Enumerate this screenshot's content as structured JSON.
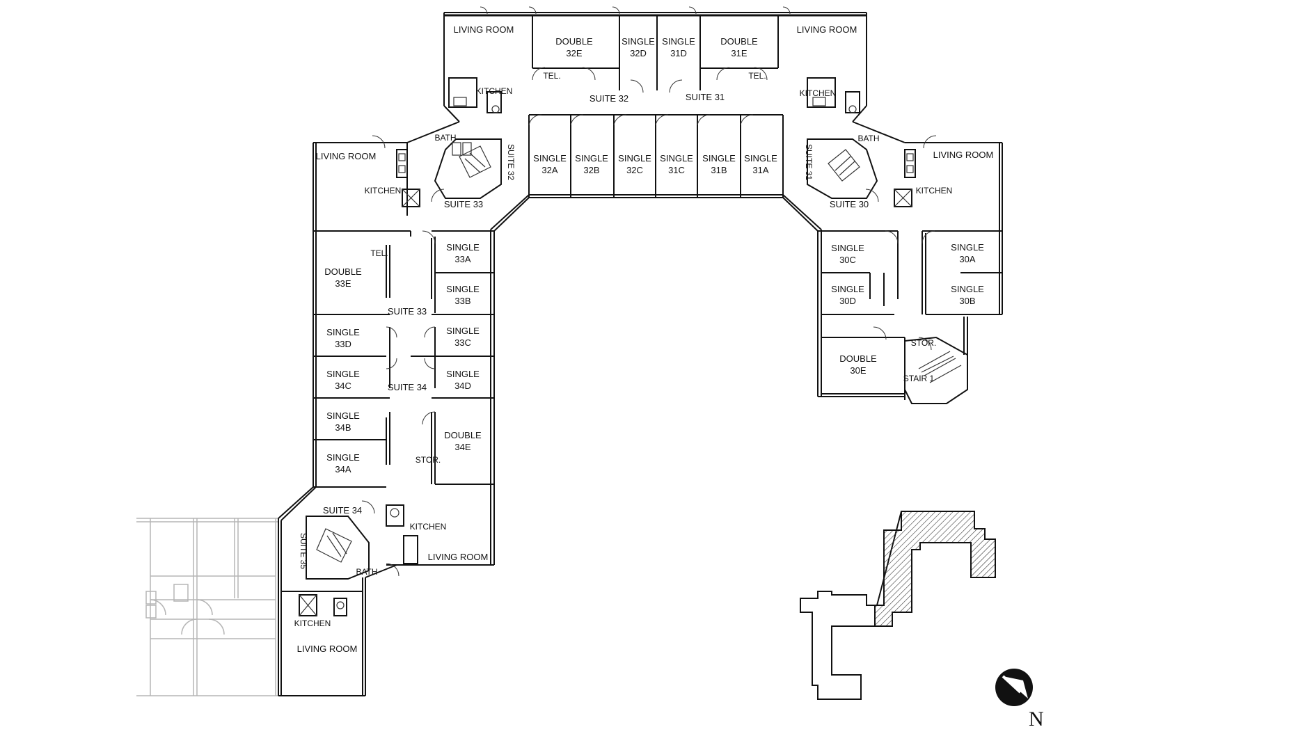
{
  "floor_plan": {
    "rooms": [
      {
        "id": "lr-32",
        "line1": "LIVING ROOM",
        "line2": ""
      },
      {
        "id": "double-32e",
        "line1": "DOUBLE",
        "line2": "32E"
      },
      {
        "id": "single-32d",
        "line1": "SINGLE",
        "line2": "32D"
      },
      {
        "id": "single-31d",
        "line1": "SINGLE",
        "line2": "31D"
      },
      {
        "id": "double-31e",
        "line1": "DOUBLE",
        "line2": "31E"
      },
      {
        "id": "lr-31",
        "line1": "LIVING ROOM",
        "line2": ""
      },
      {
        "id": "single-32a",
        "line1": "SINGLE",
        "line2": "32A"
      },
      {
        "id": "single-32b",
        "line1": "SINGLE",
        "line2": "32B"
      },
      {
        "id": "single-32c",
        "line1": "SINGLE",
        "line2": "32C"
      },
      {
        "id": "single-31c",
        "line1": "SINGLE",
        "line2": "31C"
      },
      {
        "id": "single-31b",
        "line1": "SINGLE",
        "line2": "31B"
      },
      {
        "id": "single-31a",
        "line1": "SINGLE",
        "line2": "31A"
      },
      {
        "id": "lr-33",
        "line1": "LIVING ROOM",
        "line2": ""
      },
      {
        "id": "lr-30",
        "line1": "LIVING ROOM",
        "line2": ""
      },
      {
        "id": "double-33e",
        "line1": "DOUBLE",
        "line2": "33E"
      },
      {
        "id": "single-33a",
        "line1": "SINGLE",
        "line2": "33A"
      },
      {
        "id": "single-33b",
        "line1": "SINGLE",
        "line2": "33B"
      },
      {
        "id": "single-33d",
        "line1": "SINGLE",
        "line2": "33D"
      },
      {
        "id": "single-33c",
        "line1": "SINGLE",
        "line2": "33C"
      },
      {
        "id": "single-34c",
        "line1": "SINGLE",
        "line2": "34C"
      },
      {
        "id": "single-34d",
        "line1": "SINGLE",
        "line2": "34D"
      },
      {
        "id": "single-34b",
        "line1": "SINGLE",
        "line2": "34B"
      },
      {
        "id": "double-34e",
        "line1": "DOUBLE",
        "line2": "34E"
      },
      {
        "id": "single-34a",
        "line1": "SINGLE",
        "line2": "34A"
      },
      {
        "id": "single-30c",
        "line1": "SINGLE",
        "line2": "30C"
      },
      {
        "id": "single-30a",
        "line1": "SINGLE",
        "line2": "30A"
      },
      {
        "id": "single-30d",
        "line1": "SINGLE",
        "line2": "30D"
      },
      {
        "id": "single-30b",
        "line1": "SINGLE",
        "line2": "30B"
      },
      {
        "id": "double-30e",
        "line1": "DOUBLE",
        "line2": "30E"
      },
      {
        "id": "lr-34",
        "line1": "LIVING ROOM",
        "line2": ""
      },
      {
        "id": "lr-35",
        "line1": "LIVING ROOM",
        "line2": ""
      }
    ],
    "labels": [
      {
        "id": "tel-32",
        "text": "TEL."
      },
      {
        "id": "tel-31",
        "text": "TEL."
      },
      {
        "id": "kitchen-32",
        "text": "KITCHEN"
      },
      {
        "id": "kitchen-31",
        "text": "KITCHEN"
      },
      {
        "id": "suite-32",
        "text": "SUITE 32"
      },
      {
        "id": "suite-31",
        "text": "SUITE 31"
      },
      {
        "id": "bath-32",
        "text": "BATH"
      },
      {
        "id": "bath-31",
        "text": "BATH"
      },
      {
        "id": "kitchen-33",
        "text": "KITCHEN"
      },
      {
        "id": "kitchen-30",
        "text": "KITCHEN"
      },
      {
        "id": "suite-33-stair",
        "text": "SUITE 33"
      },
      {
        "id": "suite-30",
        "text": "SUITE 30"
      },
      {
        "id": "tel-33",
        "text": "TEL."
      },
      {
        "id": "suite-33-hall",
        "text": "SUITE 33"
      },
      {
        "id": "suite-34-hall",
        "text": "SUITE 34"
      },
      {
        "id": "stor-34",
        "text": "STOR."
      },
      {
        "id": "stor-30",
        "text": "STOR."
      },
      {
        "id": "stair-1",
        "text": "STAIR 1"
      },
      {
        "id": "suite-34-stair",
        "text": "SUITE 34"
      },
      {
        "id": "kitchen-34",
        "text": "KITCHEN"
      },
      {
        "id": "bath-34",
        "text": "BATH"
      },
      {
        "id": "kitchen-35",
        "text": "KITCHEN"
      },
      {
        "id": "suite-32-vert",
        "text": "SUITE 32"
      },
      {
        "id": "suite-31-vert",
        "text": "SUITE 31"
      },
      {
        "id": "suite-35-vert",
        "text": "SUITE 35"
      }
    ],
    "north_label": "N"
  }
}
